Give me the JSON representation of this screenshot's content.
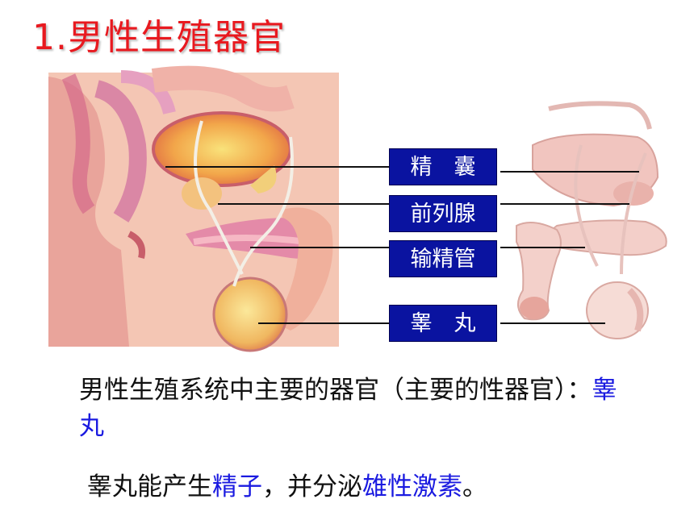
{
  "title": "1.男性生殖器官",
  "labels": {
    "seminal_vesicle": "精　囊",
    "prostate": "前列腺",
    "vas_deferens": "输精管",
    "testis": "睾　丸"
  },
  "desc1": {
    "part1": "男性生殖系统中主要的器官（主要的性器官）：",
    "highlight": "睾丸"
  },
  "desc2": {
    "part1": "睾丸能产生",
    "hl1": "精子",
    "part2": "，并分泌",
    "hl2": "雄性激素",
    "part3": "。"
  },
  "colors": {
    "title": "#e8191f",
    "label_bg": "#0a13a0",
    "highlight": "#1a1ae0"
  }
}
